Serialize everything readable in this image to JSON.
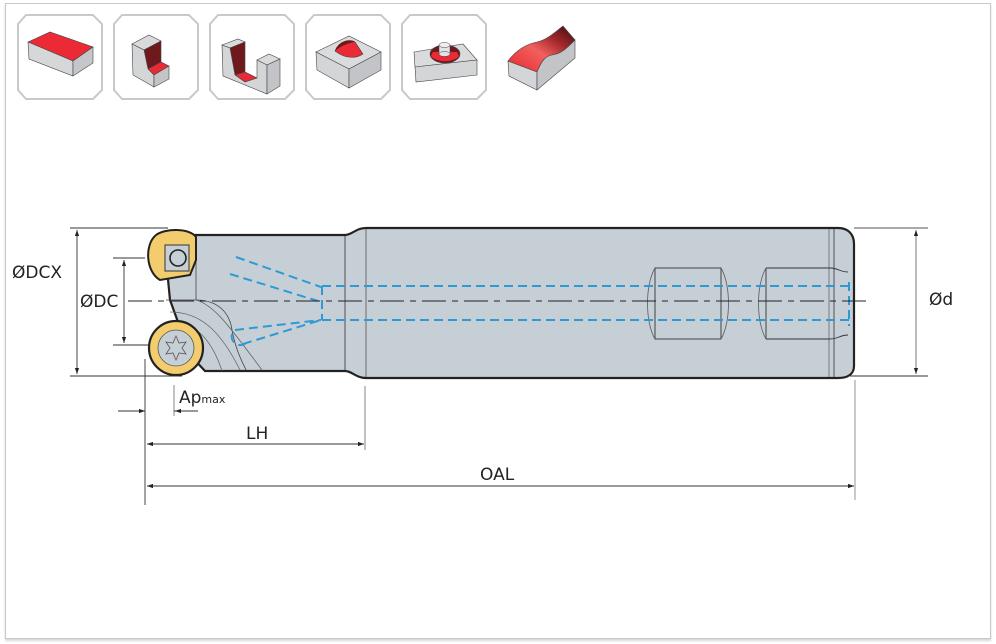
{
  "operations": [
    {
      "id": "face-milling",
      "icon": "face-milling-icon"
    },
    {
      "id": "shoulder-milling",
      "icon": "shoulder-milling-icon"
    },
    {
      "id": "slot-milling",
      "icon": "slot-milling-icon"
    },
    {
      "id": "pocket-milling",
      "icon": "pocket-milling-icon"
    },
    {
      "id": "circular-pocket-milling",
      "icon": "circular-pocket-milling-icon"
    },
    {
      "id": "profile-milling",
      "icon": "profile-milling-icon"
    }
  ],
  "colors": {
    "highlight_red": "#ec2a35",
    "dark_red": "#6e1a1c",
    "block_gray": "#d3d5d7",
    "tool_body": "#c7cfd6",
    "insert_yellow": "#f3cc6d",
    "coolant_blue": "#2d9ad6",
    "dimension_line": "#333333"
  },
  "dimensions": {
    "dcx": "ØDCX",
    "dc": "ØDC",
    "d": "Ød",
    "ap_main": "Ap",
    "ap_sub": "max",
    "lh": "LH",
    "oal": "OAL"
  }
}
